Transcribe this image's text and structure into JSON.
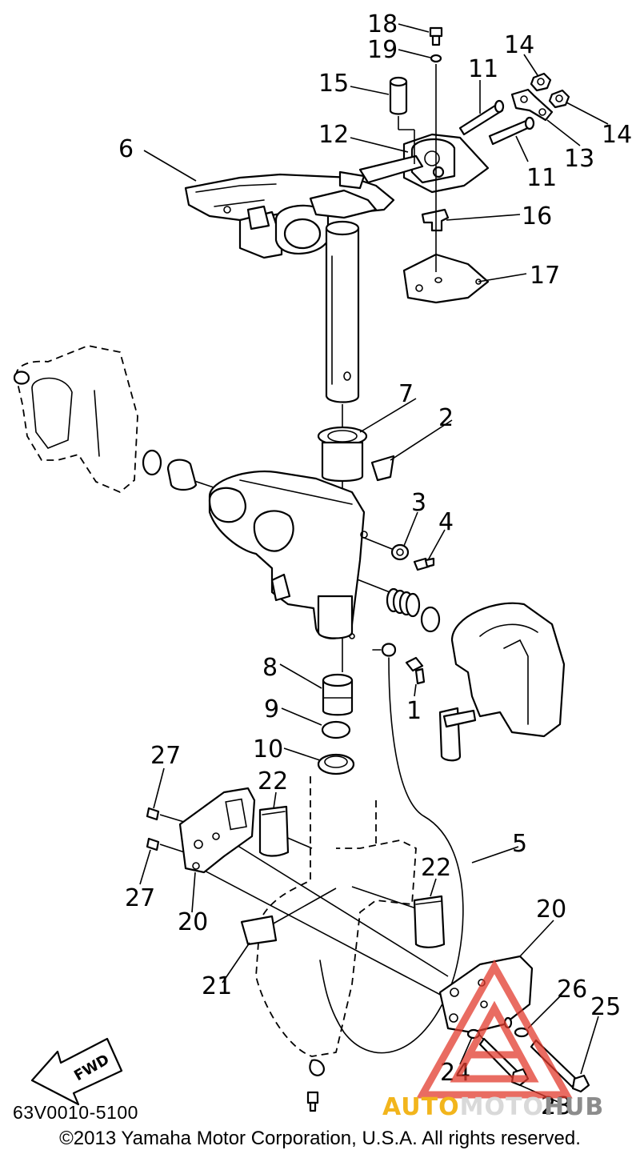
{
  "diagram": {
    "code": "63V0010-5100",
    "copyright": "©2013 Yamaha Motor Corporation, U.S.A. All rights reserved.",
    "fwd_label": "FWD",
    "callouts": {
      "p1": "1",
      "p2": "2",
      "p3": "3",
      "p4": "4",
      "p5": "5",
      "p6": "6",
      "p7": "7",
      "p8": "8",
      "p9": "9",
      "p10": "10",
      "p11a": "11",
      "p11b": "11",
      "p12": "12",
      "p13": "13",
      "p14a": "14",
      "p14b": "14",
      "p15": "15",
      "p16": "16",
      "p17": "17",
      "p18": "18",
      "p19": "19",
      "p20a": "20",
      "p20b": "20",
      "p21": "21",
      "p22a": "22",
      "p22b": "22",
      "p23": "23",
      "p24": "24",
      "p25": "25",
      "p26": "26",
      "p27a": "27",
      "p27b": "27"
    }
  },
  "watermark": {
    "brand_auto": "AUTO",
    "brand_moto": "MOTO",
    "brand_hub": "HUB",
    "colors": {
      "triangle": "#e23b2e",
      "auto": "#f2b51c",
      "moto": "#d9d9d9",
      "hub": "#8c8c8c"
    }
  }
}
